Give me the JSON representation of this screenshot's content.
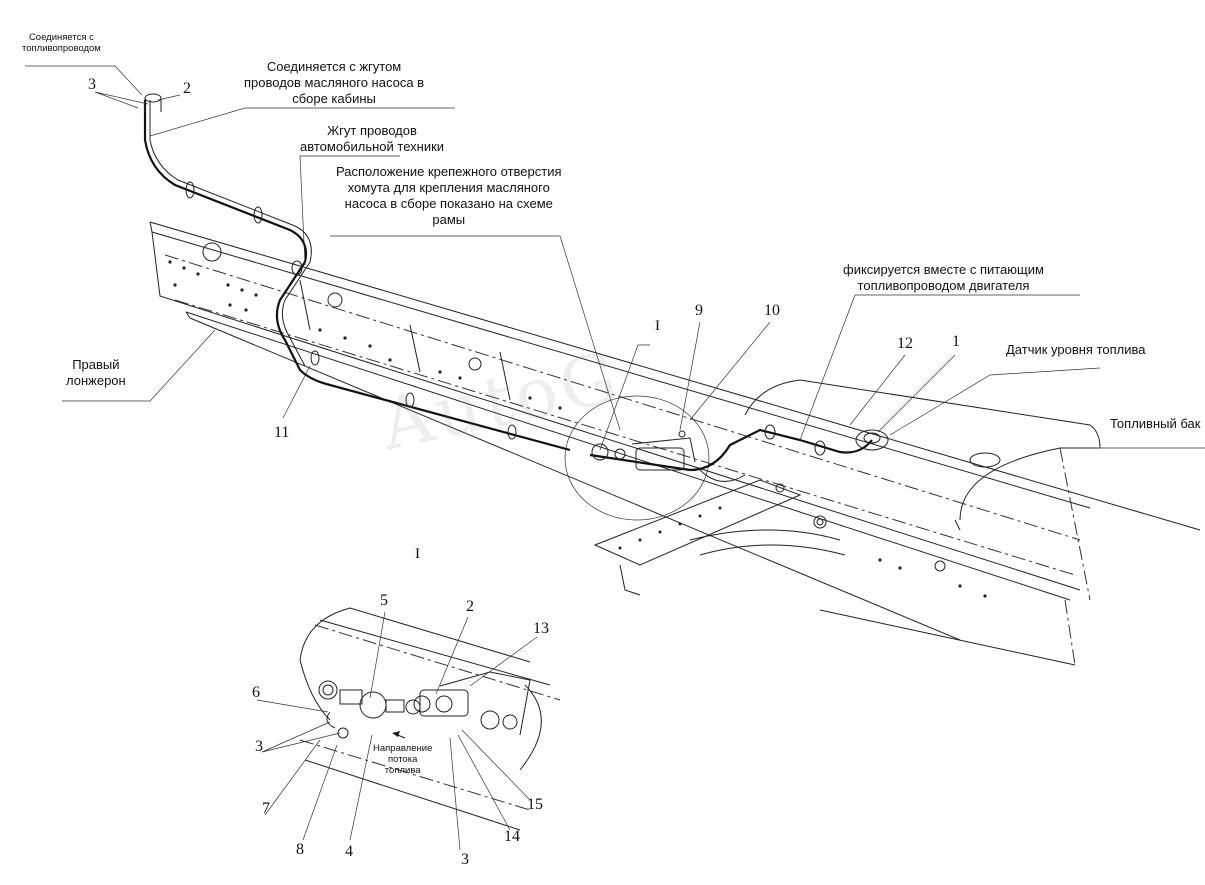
{
  "labels": {
    "connect_fuel_line": "Соединяется с\nтопливопроводом",
    "connect_cab_harness": "Соединяется с жгутом\nпроводов масляного насоса в\nсборе кабины",
    "vehicle_harness": "Жгут проводов\nавтомобильной техники",
    "clamp_hole_note": "Расположение крепежного отверстия\nхомута для крепления масляного\nнасоса в сборе показано на схеме\nрамы",
    "fixed_with_supply_line": "фиксируется вместе с питающим\nтопливопроводом двигателя",
    "fuel_level_sensor": "Датчик уровня топлива",
    "fuel_tank": "Топливный бак",
    "right_side_member": "Правый\nлонжерон",
    "fuel_flow_direction": "Направление\nпотока\nтоплива"
  },
  "view_marks": {
    "main": "I",
    "detail": "I"
  },
  "callouts": [
    "1",
    "2",
    "3",
    "4",
    "5",
    "6",
    "7",
    "8",
    "9",
    "10",
    "11",
    "12",
    "13",
    "14",
    "15"
  ],
  "watermark": "AutoG"
}
